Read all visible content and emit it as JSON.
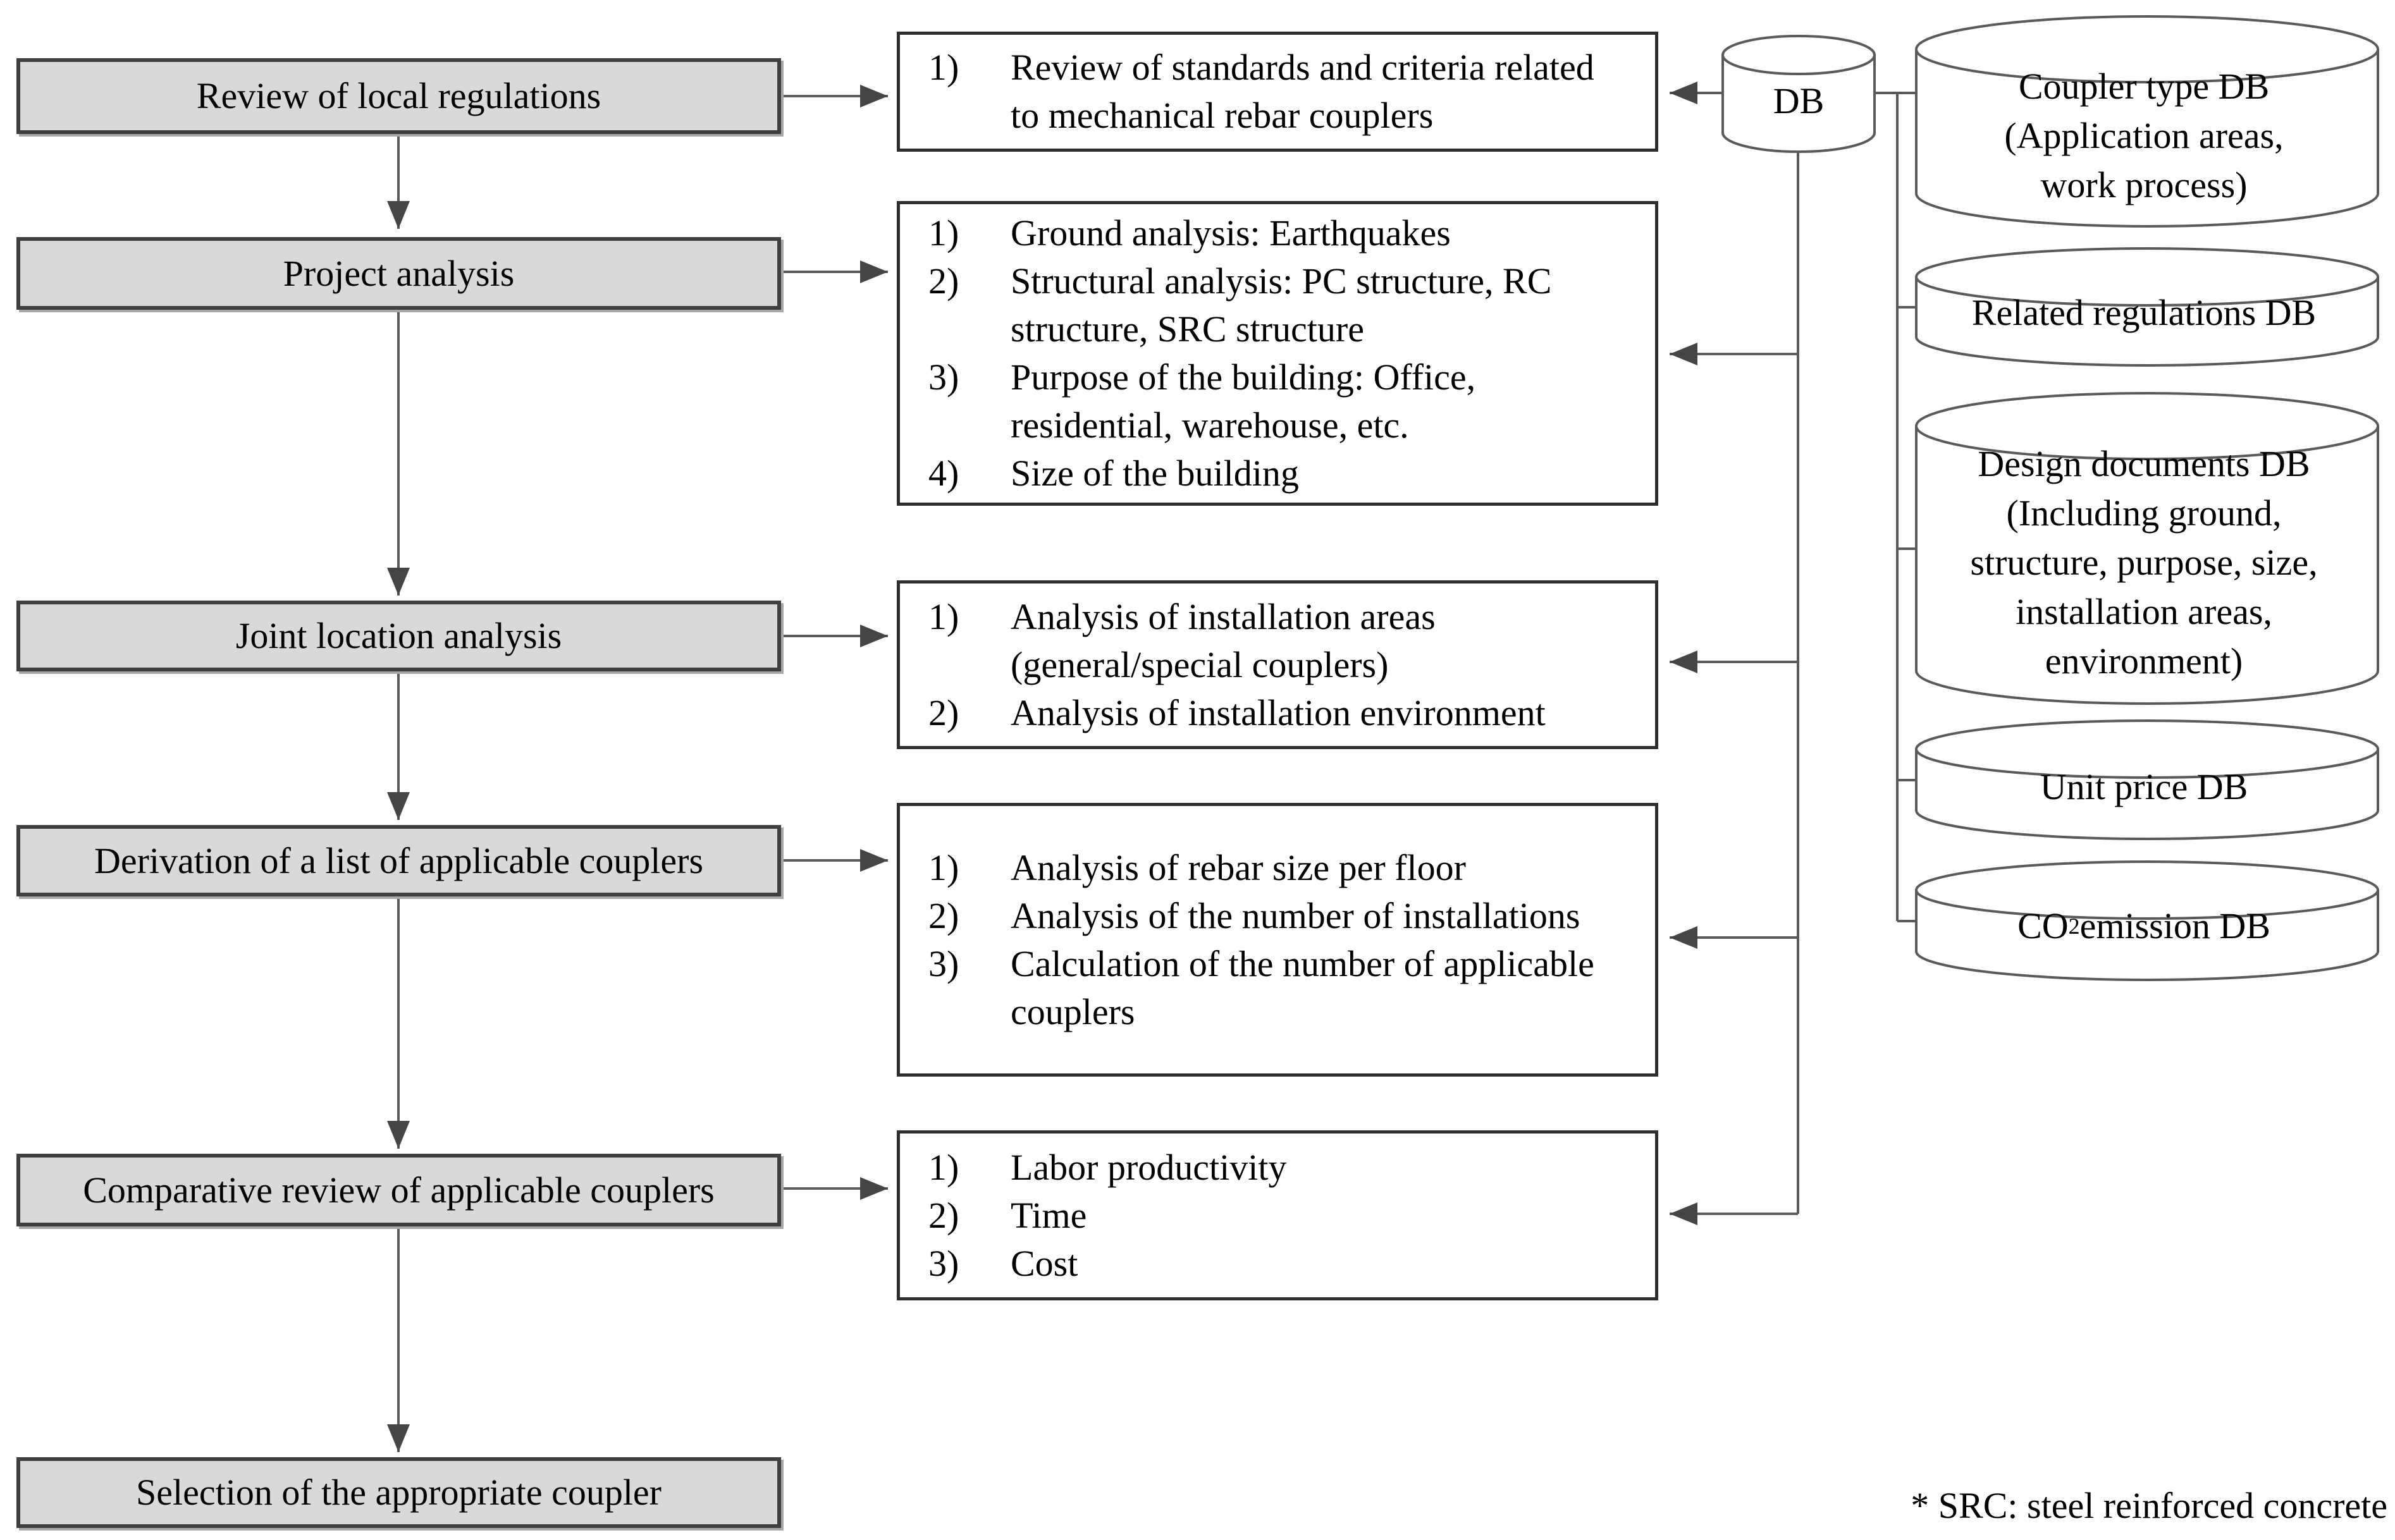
{
  "colors": {
    "background": "#ffffff",
    "box_fill": "#d9d9d9",
    "box_border": "#3f3f3f",
    "white_box_border": "#2e2e2e",
    "line": "#5a5a5a",
    "arrow": "#454545"
  },
  "process": {
    "steps": [
      {
        "label": "Review of local regulations"
      },
      {
        "label": "Project analysis"
      },
      {
        "label": "Joint location analysis"
      },
      {
        "label": "Derivation of a list of applicable couplers"
      },
      {
        "label": "Comparative review of applicable couplers"
      },
      {
        "label": "Selection of the appropriate coupler"
      }
    ]
  },
  "detail_boxes": [
    {
      "items": [
        {
          "num": "1)",
          "text": "Review of standards and criteria related to mechanical rebar couplers"
        }
      ]
    },
    {
      "items": [
        {
          "num": "1)",
          "text": "Ground analysis: Earthquakes"
        },
        {
          "num": "2)",
          "text": "Structural analysis: PC structure, RC structure, SRC structure"
        },
        {
          "num": "3)",
          "text": "Purpose of the building: Office, residential, warehouse, etc."
        },
        {
          "num": "4)",
          "text": "Size of the building"
        }
      ]
    },
    {
      "items": [
        {
          "num": "1)",
          "text": "Analysis of installation areas (general/special couplers)"
        },
        {
          "num": "2)",
          "text": "Analysis of installation environment"
        }
      ]
    },
    {
      "items": [
        {
          "num": "1)",
          "text": "Analysis of rebar size per floor"
        },
        {
          "num": "2)",
          "text": "Analysis of the number of installations"
        },
        {
          "num": "3)",
          "text": "Calculation of the number of applicable couplers"
        }
      ]
    },
    {
      "items": [
        {
          "num": "1)",
          "text": "Labor productivity"
        },
        {
          "num": "2)",
          "text": "Time"
        },
        {
          "num": "3)",
          "text": "Cost"
        }
      ]
    }
  ],
  "db_hub": {
    "label": "DB"
  },
  "databases": [
    {
      "label": "Coupler type DB\n(Application areas,\nwork process)"
    },
    {
      "label": "Related regulations DB"
    },
    {
      "label": "Design documents DB\n(Including ground,\nstructure, purpose, size,\ninstallation areas,\nenvironment)"
    },
    {
      "label": "Unit price DB"
    },
    {
      "label_prefix": "CO",
      "label_subscript": "2",
      "label_suffix": " emission DB"
    }
  ],
  "footnote": "* SRC: steel reinforced concrete"
}
